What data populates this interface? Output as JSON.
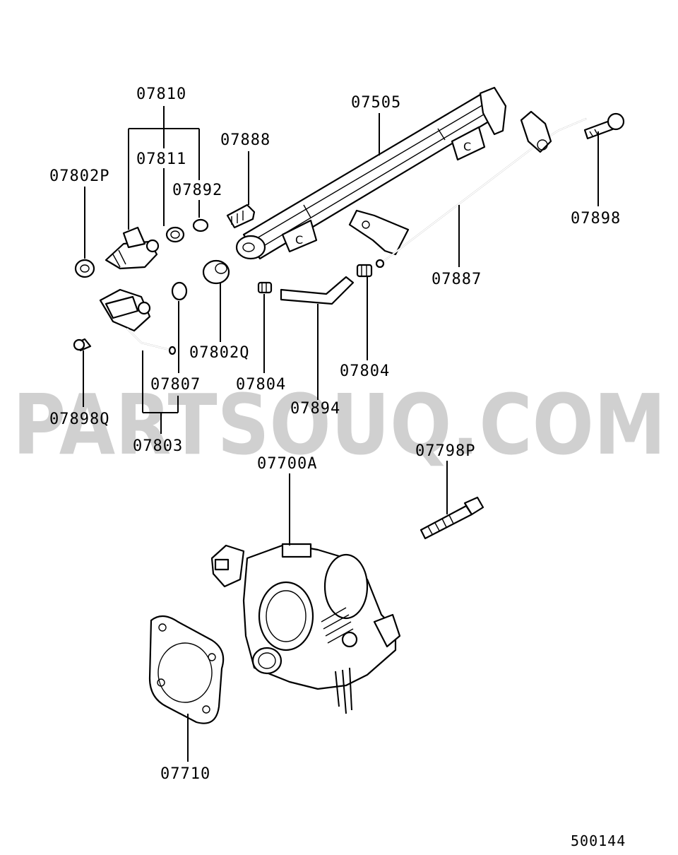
{
  "labels": {
    "p07810": "07810",
    "p07505": "07505",
    "p07888": "07888",
    "p07811": "07811",
    "p07802P": "07802P",
    "p07892": "07892",
    "p07898": "07898",
    "p07887": "07887",
    "p07802Q": "07802Q",
    "p07804a": "07804",
    "p07804b": "07804",
    "p07807": "07807",
    "p07898Q": "07898Q",
    "p07894": "07894",
    "p07803": "07803",
    "p07798P": "07798P",
    "p07700A": "07700A",
    "p07710": "07710"
  },
  "watermark": "PARTSOUQ.COM",
  "diagram_id": "500144",
  "colors": {
    "ink": "#000000",
    "watermark": "#c8c8c8",
    "background": "#ffffff"
  }
}
